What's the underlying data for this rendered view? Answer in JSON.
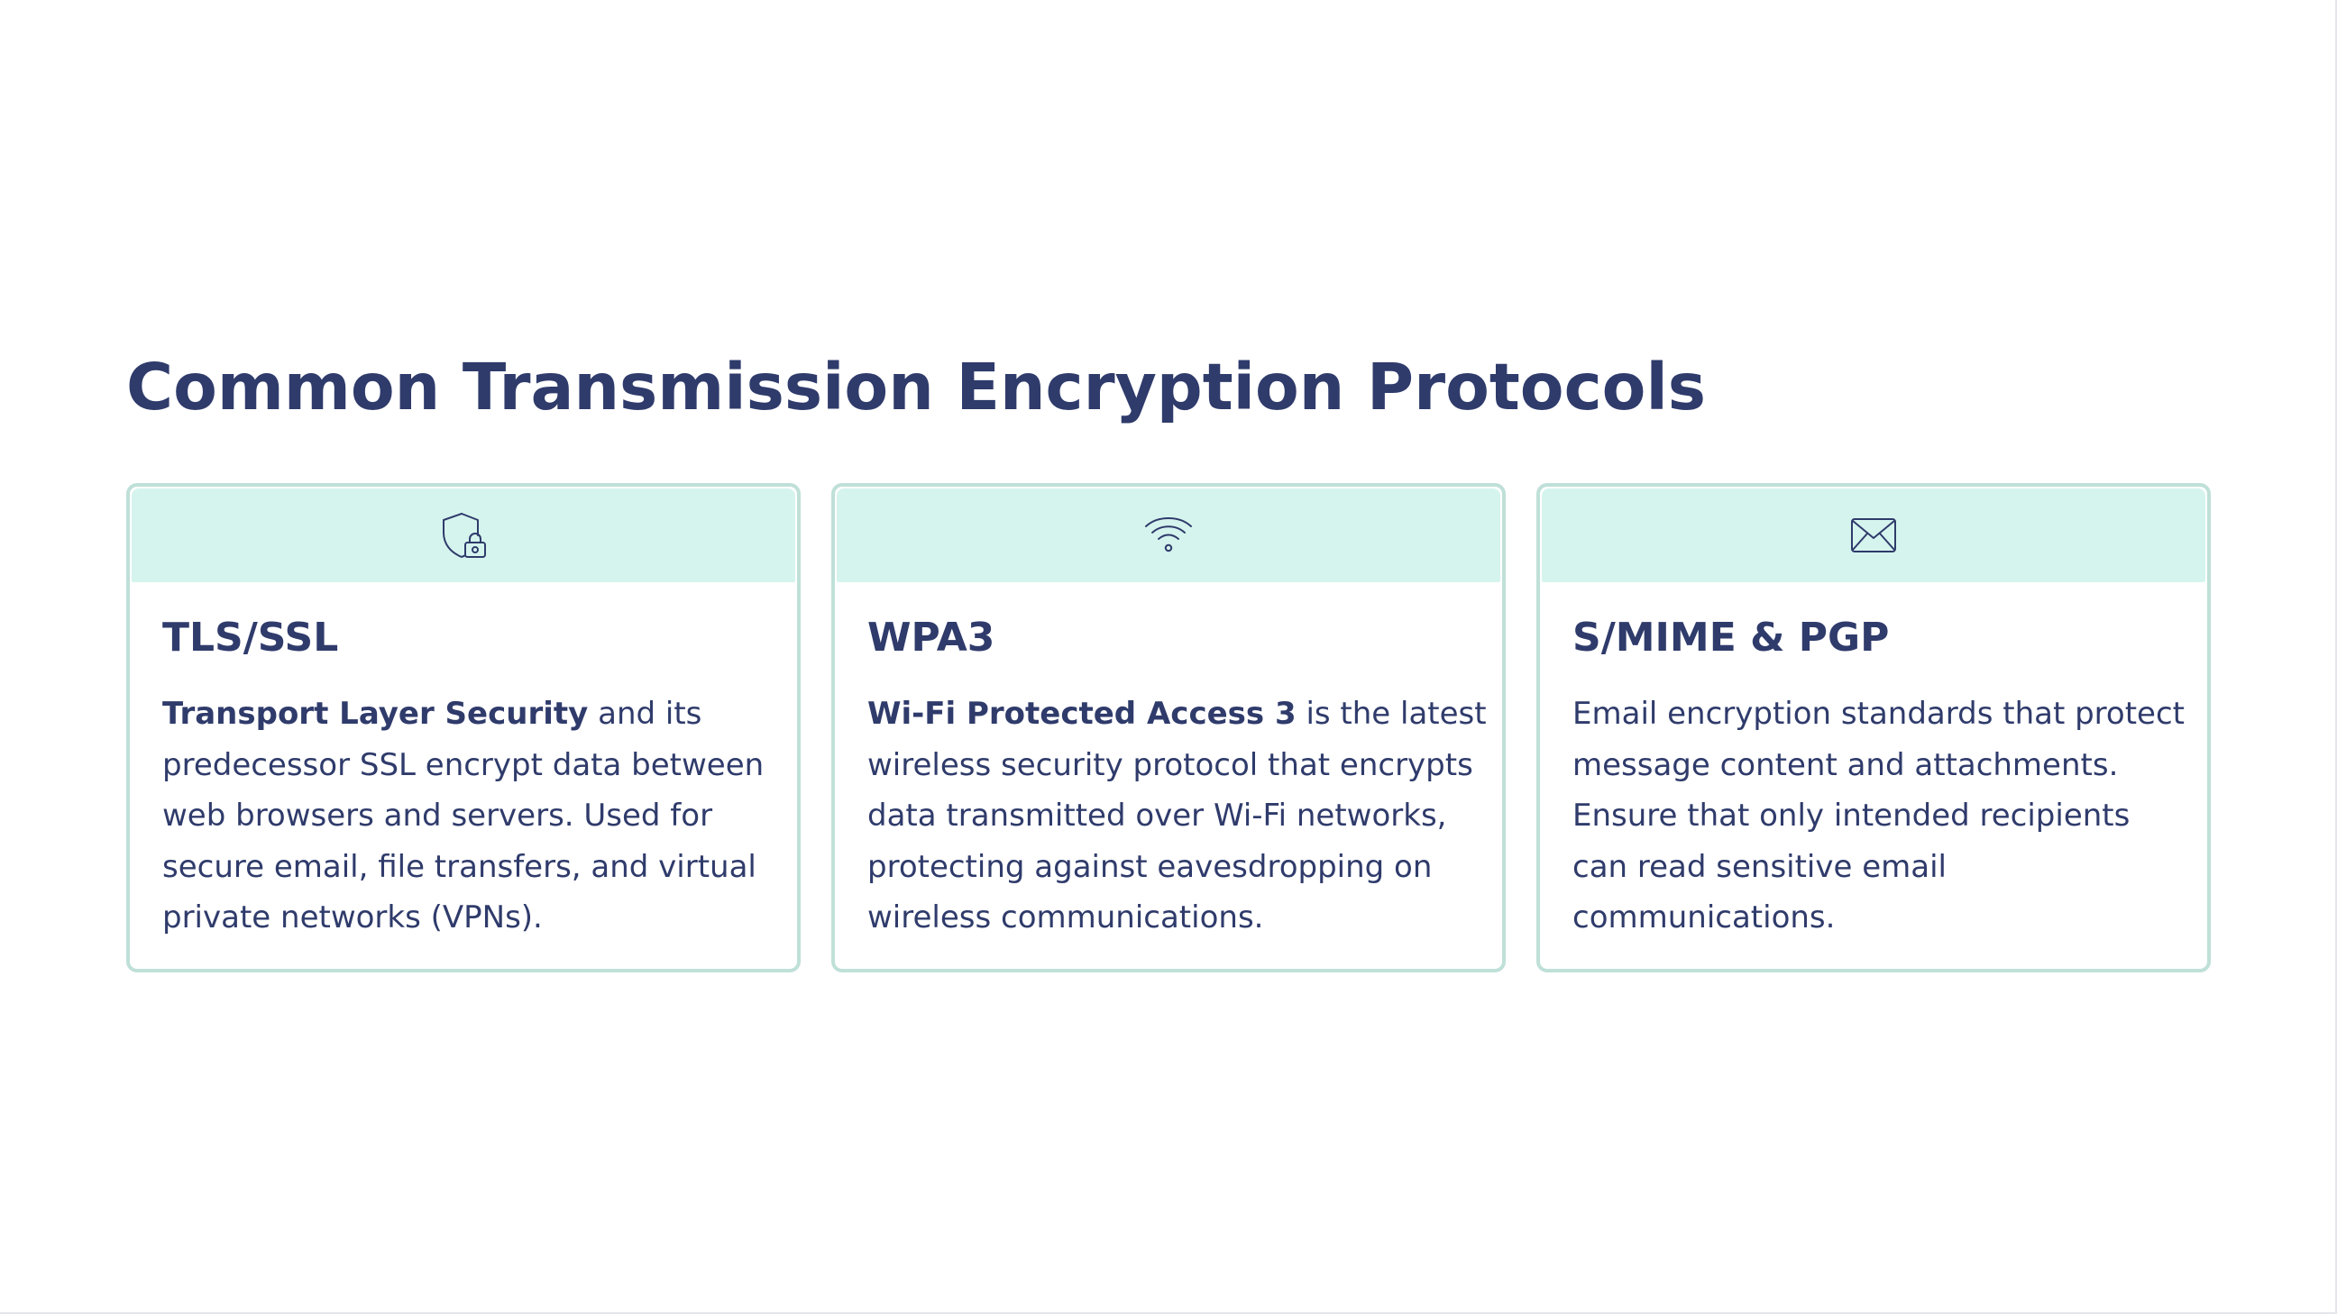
{
  "page": {
    "title": "Common Transmission Encryption Protocols"
  },
  "colors": {
    "title_text": "#2f3b6b",
    "card_border": "#bfe0d8",
    "card_header_bg": "#d5f4ee",
    "icon_stroke": "#2f3b6b"
  },
  "cards": [
    {
      "icon": "shield-lock-icon",
      "title": "TLS/SSL",
      "body_bold": "Transport Layer Security",
      "body_rest": " and its predecessor SSL encrypt data between web browsers and servers. Used for secure email, file transfers, and virtual private networks (VPNs)."
    },
    {
      "icon": "wifi-icon",
      "title": "WPA3",
      "body_bold": "Wi-Fi Protected Access 3",
      "body_rest": " is the latest wireless security protocol that encrypts data transmitted over Wi-Fi networks, protecting against eavesdropping on wireless communications."
    },
    {
      "icon": "envelope-icon",
      "title": "S/MIME & PGP",
      "body_bold": "",
      "body_rest": "Email encryption standards that protect message content and attachments. Ensure that only intended recipients can read sensitive email communications."
    }
  ]
}
